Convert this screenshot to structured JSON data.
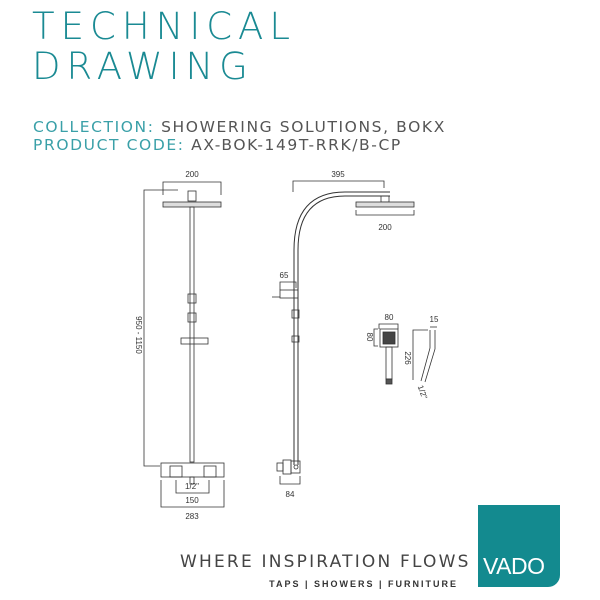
{
  "header": {
    "title_line1": "TECHNICAL",
    "title_line2": "DRAWING",
    "collection_label": "COLLECTION:",
    "collection_value": "SHOWERING SOLUTIONS, BOKX",
    "product_code_label": "PRODUCT CODE:",
    "product_code_value": "AX-BOK-149T-RRK/B-CP"
  },
  "drawing": {
    "front": {
      "head_width": "200",
      "height_range": "950 - 1150",
      "inlet": "1/2\"",
      "centres": "150",
      "overall_width": "283"
    },
    "side": {
      "arm_projection": "395",
      "head_width": "200",
      "holder": "65",
      "valve_depth": "84"
    },
    "handset": {
      "width": "80",
      "height": "80",
      "hose_length": "226",
      "hose_width": "15",
      "hose_thread": "1/2\""
    }
  },
  "footer": {
    "tagline": "WHERE INSPIRATION FLOWS",
    "subline": "TAPS | SHOWERS | FURNITURE",
    "logo_text": "VADO",
    "brand_color": "#138a8f"
  }
}
